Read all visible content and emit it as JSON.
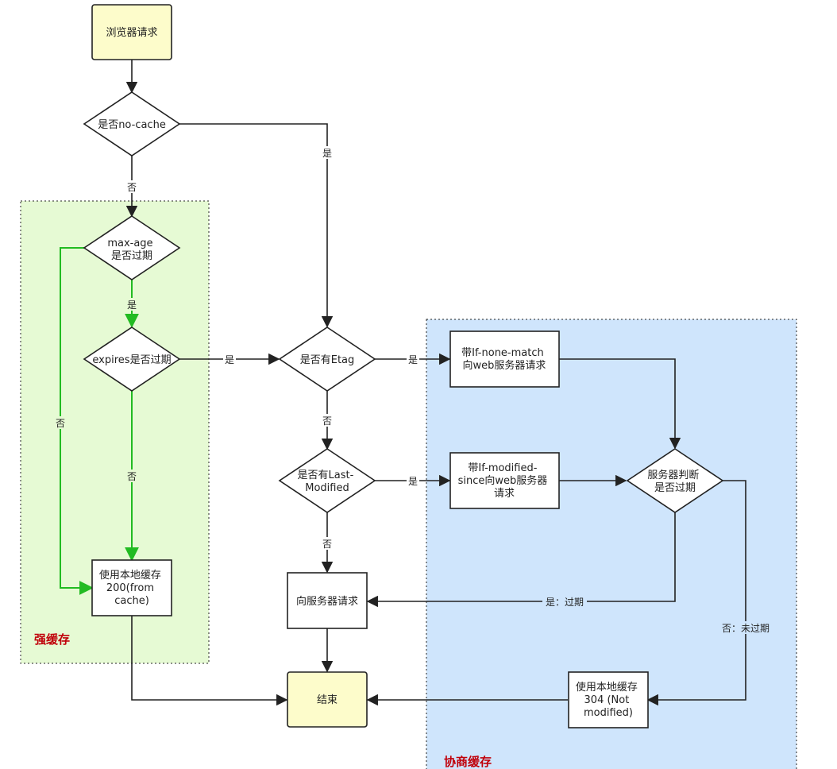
{
  "regions": {
    "strong_cache": "强缓存",
    "negotiated_cache": "协商缓存"
  },
  "nodes": {
    "browser_request": "浏览器请求",
    "no_cache": "是否no-cache",
    "max_age": [
      "max-age",
      "是否过期"
    ],
    "expires": "expires是否过期",
    "use_local_cache_200": [
      "使用本地缓存",
      "200(from",
      "cache)"
    ],
    "has_etag": "是否有Etag",
    "has_last_modified": [
      "是否有Last-",
      "Modified"
    ],
    "request_server": "向服务器请求",
    "end": "结束",
    "if_none_match": [
      "带If-none-match",
      "向web服务器请求"
    ],
    "if_modified_since": [
      "带If-modified-",
      "since向web服务器",
      "请求"
    ],
    "server_judges": [
      "服务器判断",
      "是否过期"
    ],
    "use_local_cache_304": [
      "使用本地缓存",
      "304 (Not",
      "modified)"
    ]
  },
  "edge_labels": {
    "no_cache_no": "否",
    "no_cache_yes": "是",
    "max_age_yes": "是",
    "max_age_no": "否",
    "expires_no": "否",
    "expires_yes": "是",
    "etag_yes": "是",
    "etag_no": "否",
    "last_modified_yes": "是",
    "last_modified_no": "否",
    "expired": "是：过期",
    "not_expired": "否：未过期"
  },
  "colors": {
    "strong_region_fill": "#e6fad4",
    "negotiated_region_fill": "#cfe5fc",
    "start_end_fill": "#fdfccb",
    "box_fill": "#ffffff",
    "stroke": "#222222",
    "green_edge": "#22bb22",
    "region_label": "#c0000a"
  }
}
